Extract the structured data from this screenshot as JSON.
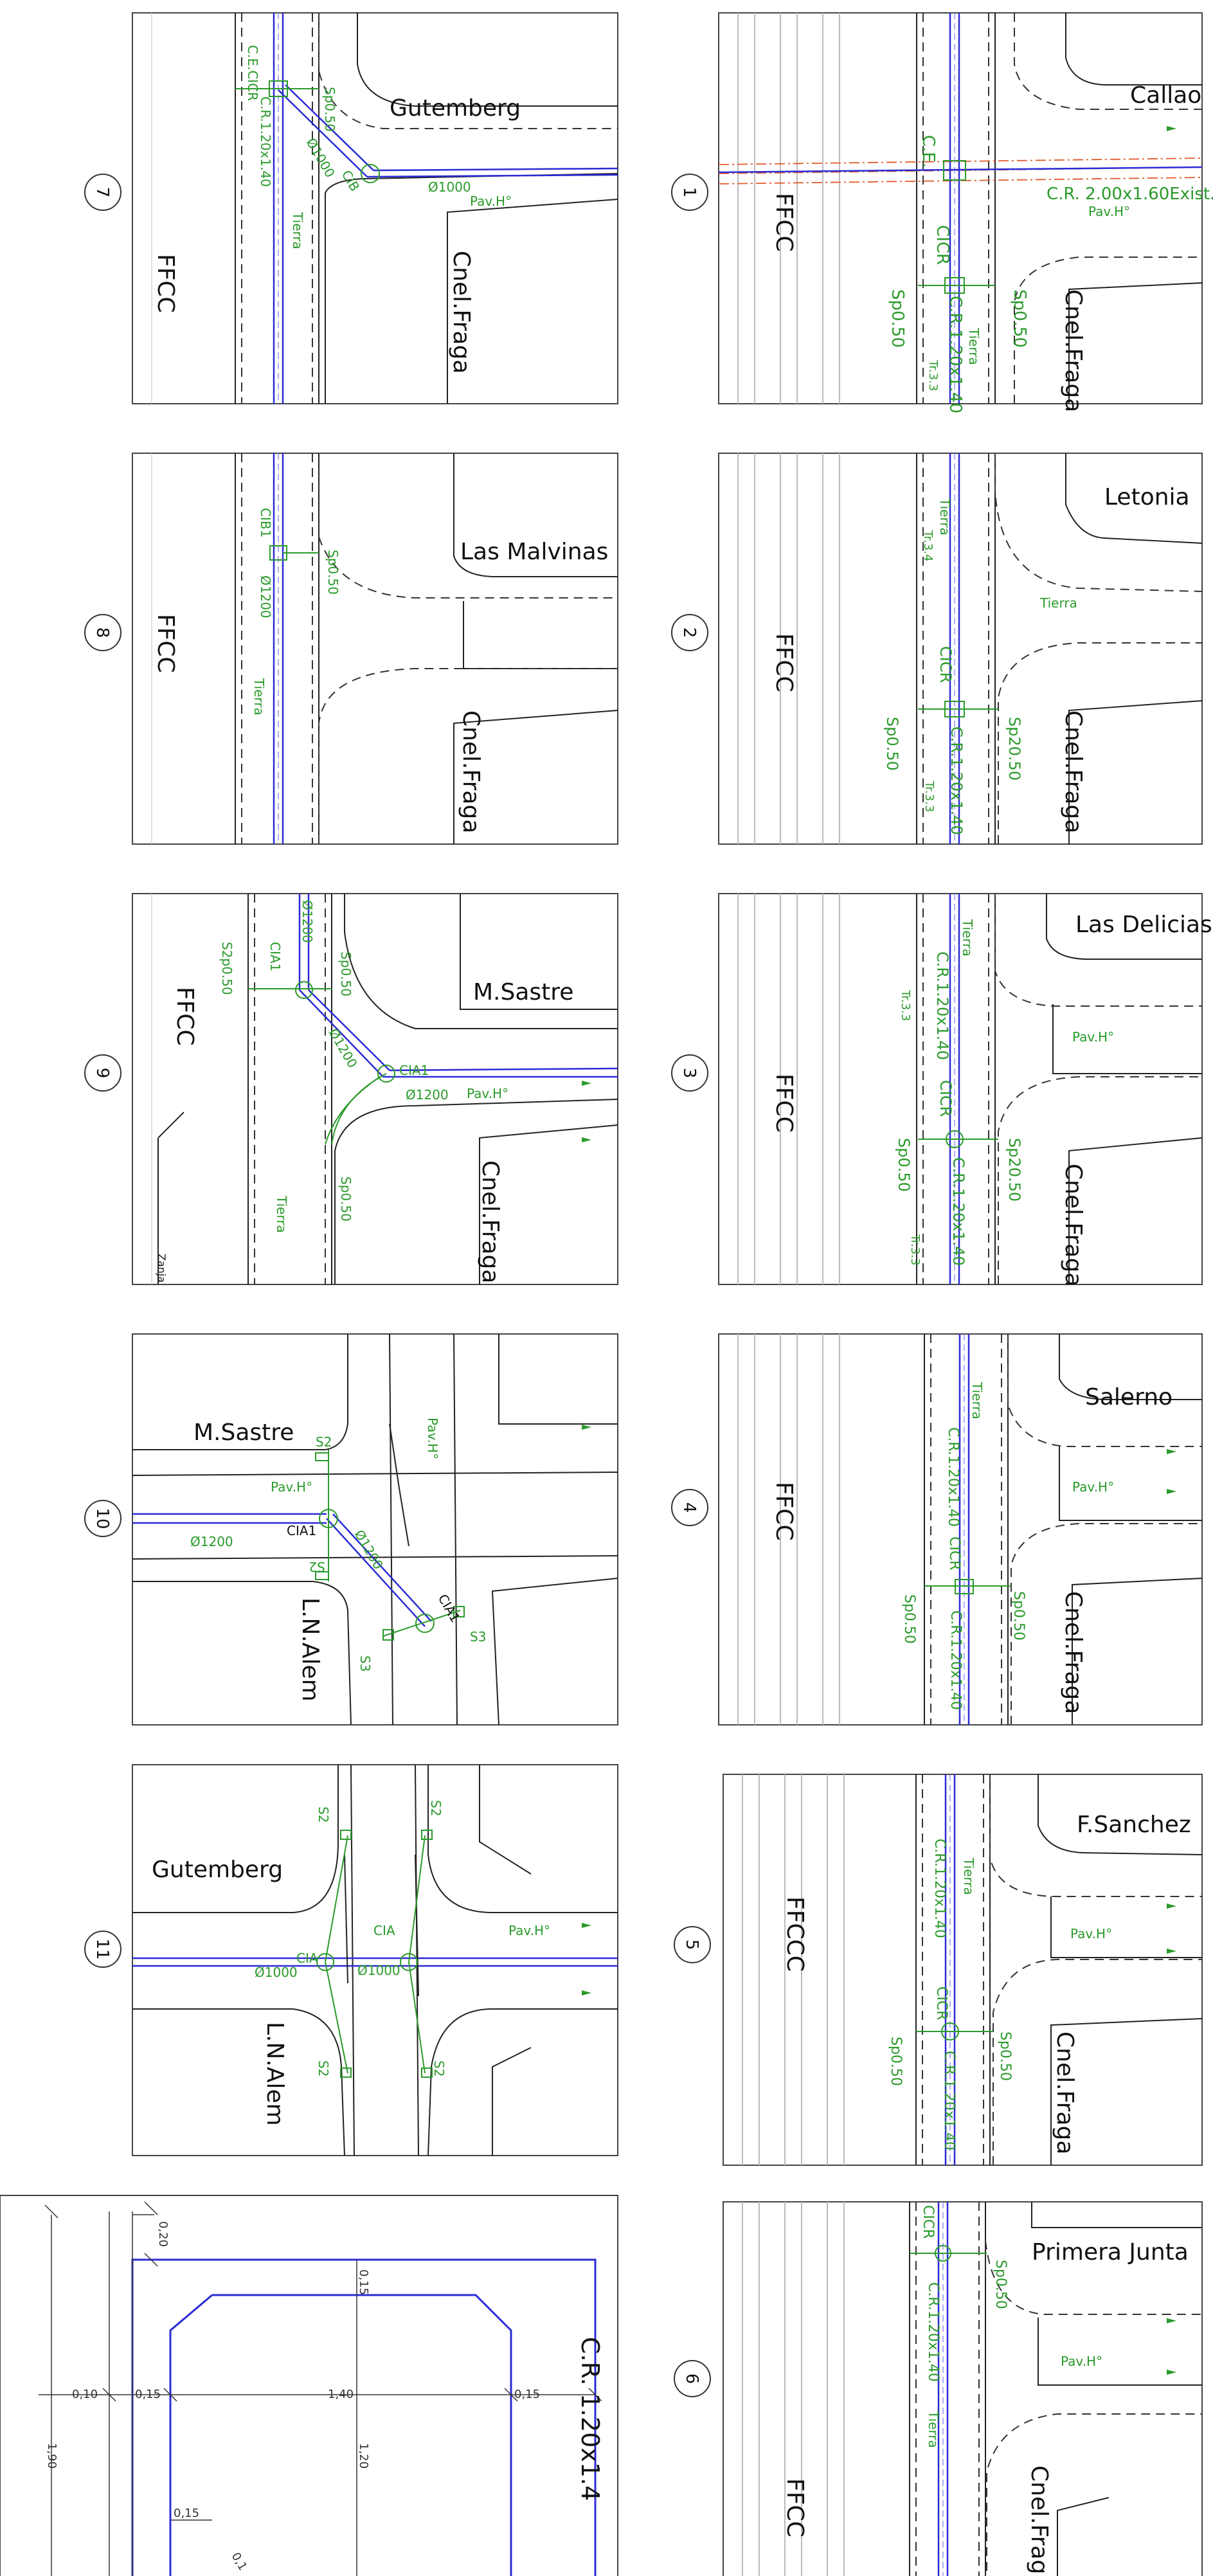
{
  "panels": [
    {
      "num": "1",
      "street": "Callao",
      "cross": "Cnel.Fraga",
      "rail": "FFCC",
      "labels": [
        "C.E.",
        "C.R. 2.00x1.60Exist.",
        "Pav.H°",
        "CICR",
        "C.R.1.20x1.40",
        "Sp0.50",
        "Sp0.50",
        "Tierra",
        "Tr.3.3"
      ]
    },
    {
      "num": "2",
      "street": "Letonia",
      "cross": "Cnel.Fraga",
      "rail": "FFCC",
      "labels": [
        "Tierra",
        "Tr.3.4",
        "Tierra",
        "CICR",
        "Sp0.50",
        "Sp20.50",
        "C.R.1.20x1.40",
        "Tr.3.3"
      ]
    },
    {
      "num": "3",
      "street": "Las Delicias",
      "cross": "Cnel.Fraga",
      "rail": "FFCC",
      "labels": [
        "Tierra",
        "Tr.3.3",
        "C.R.1.20x1.40",
        "Pav.H°",
        "CICR",
        "Sp0.50",
        "Sp20.50",
        "C.R.1.20x1.40",
        "Tr.3.3"
      ]
    },
    {
      "num": "4",
      "street": "Salerno",
      "cross": "Cnel.Fraga",
      "rail": "FFCC",
      "labels": [
        "Tierra",
        "C.R.1.20x1.40",
        "Pav.H°",
        "CICR",
        "Sp0.50",
        "Sp0.50",
        "C.R.1.20x1.40"
      ]
    },
    {
      "num": "5",
      "street": "F.Sanchez",
      "cross": "Cnel.Fraga",
      "rail": "FFCCC",
      "labels": [
        "Tierra",
        "C.R.1.20x1.40",
        "Pav.H°",
        "CICR",
        "Sp0.50",
        "Sp0.50",
        "C.R.1.20x1.40"
      ]
    },
    {
      "num": "6",
      "street": "Primera Junta",
      "cross": "Cnel.Frag",
      "rail": "FFCC",
      "labels": [
        "CICR",
        "Sp0.50",
        "C.R.1.20x1.40",
        "Pav.H°",
        "Tierra"
      ]
    },
    {
      "num": "7",
      "street": "Gutemberg",
      "cross": "Cnel.Fraga",
      "rail": "FFCC",
      "labels": [
        "C.E.CICR",
        "Sp0.50",
        "C.R.1.20x1.40",
        "Ø1000",
        "CIB",
        "Ø1000",
        "Pav.H°",
        "Tierra"
      ]
    },
    {
      "num": "8",
      "street": "Las Malvinas",
      "cross": "Cnel.Fraga",
      "rail": "FFCC",
      "labels": [
        "CIB1",
        "Sp0.50",
        "Ø1200",
        "Tierra"
      ]
    },
    {
      "num": "9",
      "street": "M.Sastre",
      "cross": "Cnel.Fraga",
      "rail": "FFCC",
      "labels": [
        "Ø1200",
        "S2p0.50",
        "CIA1",
        "Sp0.50",
        "Ø1200",
        "CIA1",
        "Ø1200",
        "Pav.H°",
        "Sp0.50",
        "Tierra",
        "Zanja"
      ]
    },
    {
      "num": "10",
      "street": "M.Sastre",
      "cross": "L.N.Alem",
      "labels": [
        "S2",
        "Pav.H°",
        "Pav.H°",
        "CIA1",
        "Ø1200",
        "Ø1200",
        "S2",
        "CIA1",
        "S3",
        "S3"
      ]
    },
    {
      "num": "11",
      "street": "Gutemberg",
      "cross": "L.N.Alem",
      "labels": [
        "S2",
        "S2",
        "CIA",
        "CIA",
        "Ø1000",
        "Ø1000",
        "Pav.H°",
        "S2",
        "S2"
      ]
    }
  ],
  "detail": {
    "title": "C.R. 1.20x1.4",
    "dims": [
      "0,20",
      "0,15",
      "0,10",
      "0,15",
      "1,40",
      "0,15",
      "1,90",
      "1,20",
      "0,15",
      "0,1"
    ]
  }
}
